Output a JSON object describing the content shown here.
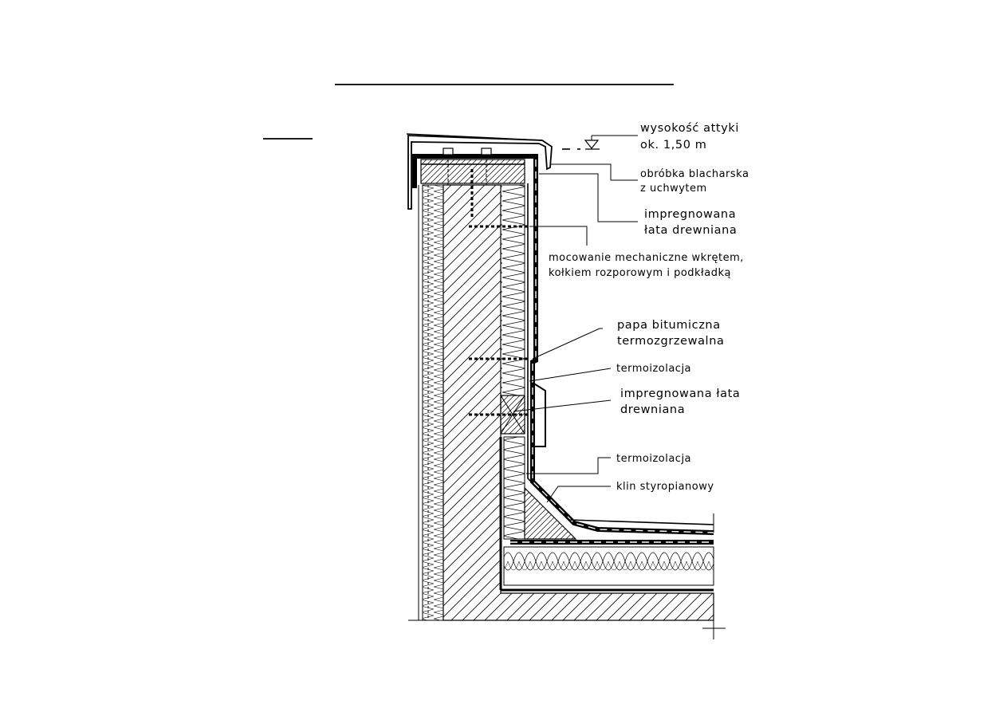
{
  "labels": {
    "attic_height_l1": "wysokość attyki",
    "attic_height_l2": "ok. 1,50 m",
    "flashing_l1": "obróbka blacharska",
    "flashing_l2": "z uchwytem",
    "batten_top_l1": "impregnowana",
    "batten_top_l2": "łata drewniana",
    "fixing_l1": "mocowanie mechaniczne wkrętem,",
    "fixing_l2": "kołkiem rozporowym i podkładką",
    "felt_l1": "papa bitumiczna",
    "felt_l2": "termozgrzewalna",
    "insulation_1": "termoizolacja",
    "batten_mid_l1": "impregnowana łata",
    "batten_mid_l2": "drewniana",
    "insulation_2": "termoizolacja",
    "wedge": "klin styropianowy"
  }
}
